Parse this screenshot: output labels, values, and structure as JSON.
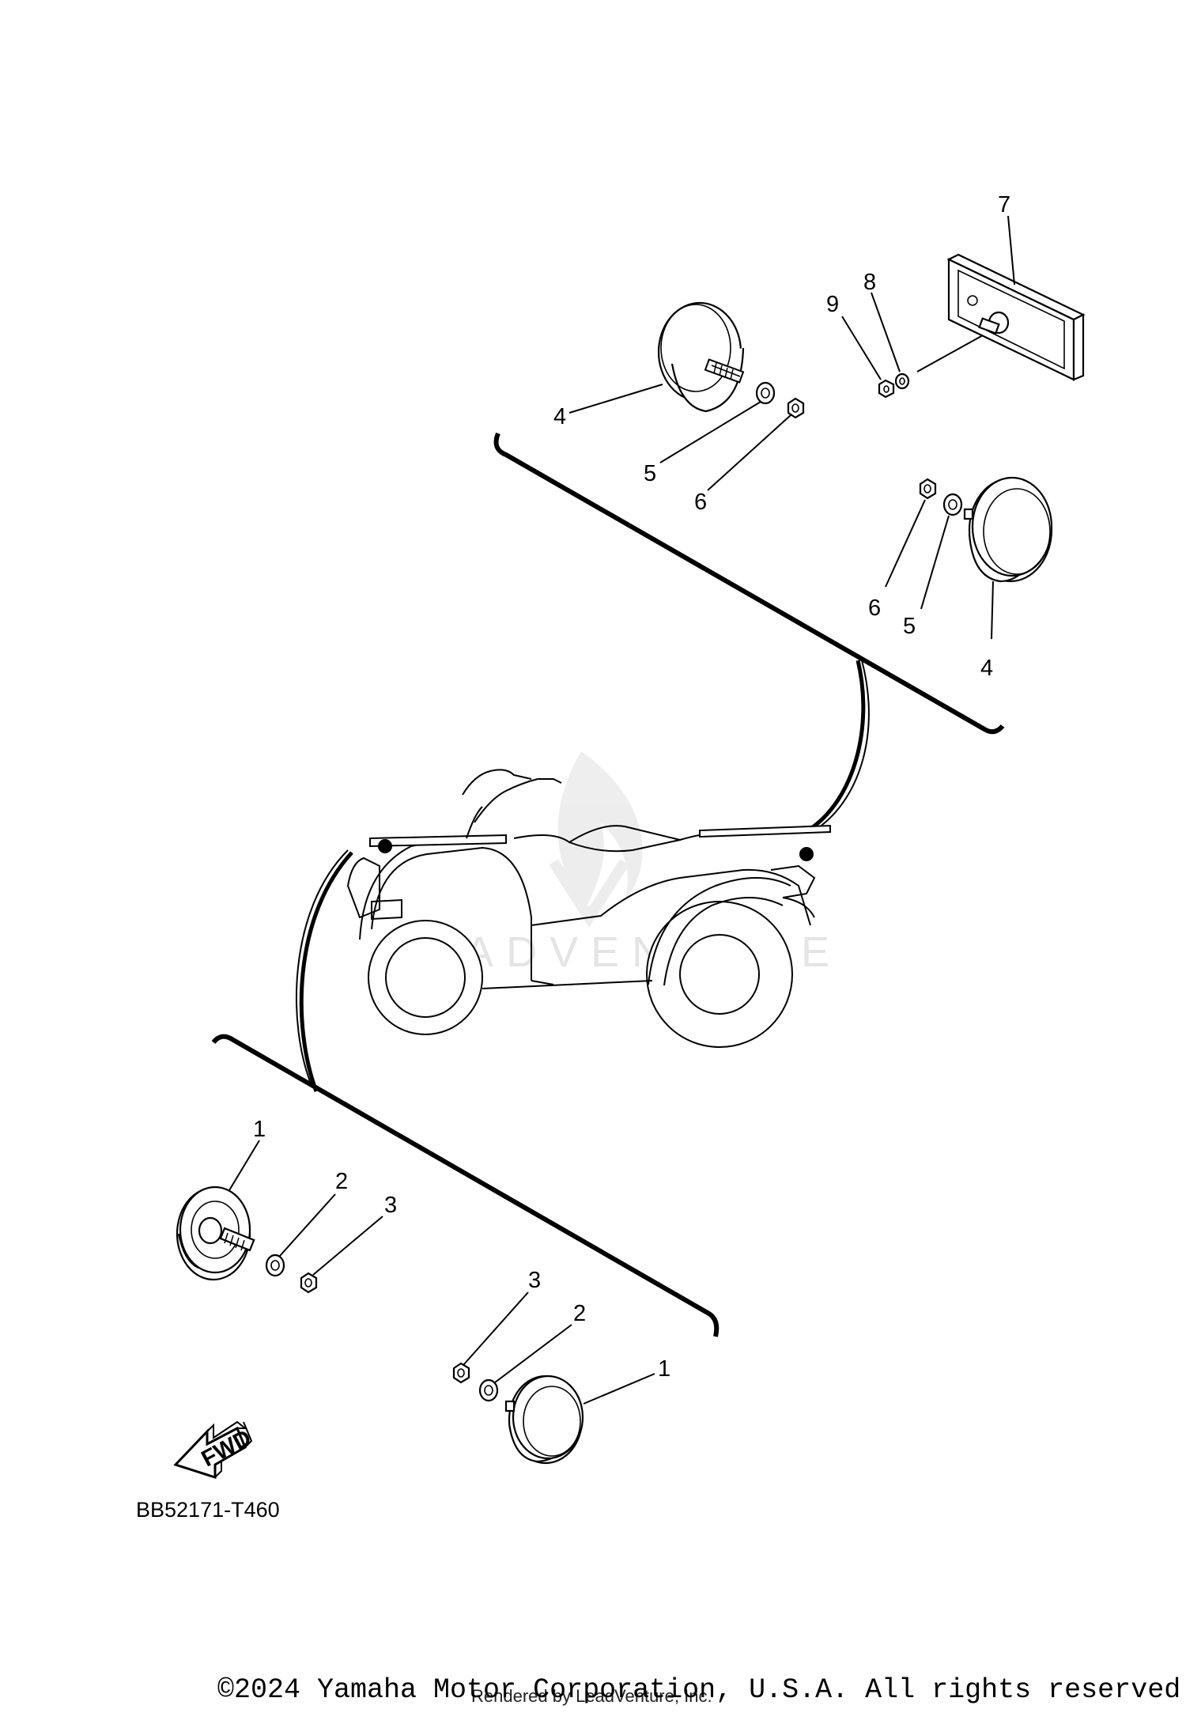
{
  "diagram": {
    "callouts": {
      "front_left_reflector": "1",
      "front_left_washer": "2",
      "front_left_nut": "3",
      "front_right_reflector": "1",
      "front_right_washer": "2",
      "front_right_nut": "3",
      "rear_left_reflector": "4",
      "rear_left_washer": "5",
      "rear_left_nut": "6",
      "rear_right_reflector": "4",
      "rear_right_washer": "5",
      "rear_right_nut": "6",
      "license_reflector": "7",
      "license_washer": "8",
      "license_nut": "9"
    },
    "fwd_label": "FWD",
    "diagram_code": "BB52171-T460",
    "watermark": "LEADVENTURE",
    "copyright": "©2024 Yamaha Motor Corporation, U.S.A. All rights reserved.",
    "rendered_by": "Rendered by LeadVenture, Inc."
  }
}
